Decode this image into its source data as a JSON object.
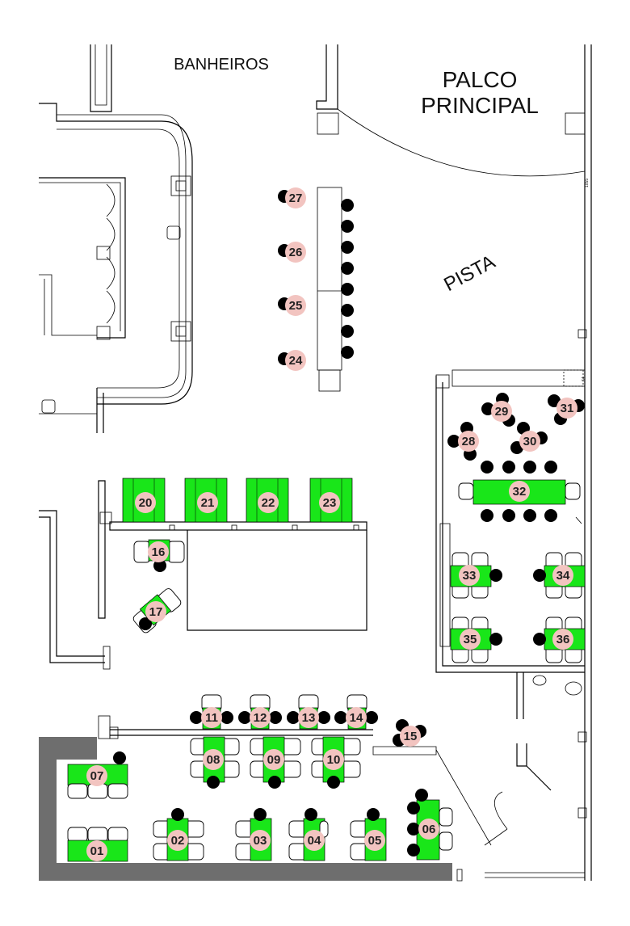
{
  "labels": {
    "banheiros": "BANHEIROS",
    "palco_line1": "PALCO",
    "palco_line2": "PRINCIPAL",
    "pista": "PISTA",
    "small_1": "1055",
    "small_2": "64"
  },
  "colors": {
    "table_green": "#19e619",
    "marker_pink": "#f2c4c0",
    "wall_dark": "#6e6e6e",
    "stool_black": "#000000"
  },
  "tables": [
    {
      "id": "01",
      "label": "01"
    },
    {
      "id": "02",
      "label": "02"
    },
    {
      "id": "03",
      "label": "03"
    },
    {
      "id": "04",
      "label": "04"
    },
    {
      "id": "05",
      "label": "05"
    },
    {
      "id": "06",
      "label": "06"
    },
    {
      "id": "07",
      "label": "07"
    },
    {
      "id": "08",
      "label": "08"
    },
    {
      "id": "09",
      "label": "09"
    },
    {
      "id": "10",
      "label": "10"
    },
    {
      "id": "11",
      "label": "11"
    },
    {
      "id": "12",
      "label": "12"
    },
    {
      "id": "13",
      "label": "13"
    },
    {
      "id": "14",
      "label": "14"
    },
    {
      "id": "15",
      "label": "15"
    },
    {
      "id": "16",
      "label": "16"
    },
    {
      "id": "17",
      "label": "17"
    },
    {
      "id": "20",
      "label": "20"
    },
    {
      "id": "21",
      "label": "21"
    },
    {
      "id": "22",
      "label": "22"
    },
    {
      "id": "23",
      "label": "23"
    },
    {
      "id": "24",
      "label": "24"
    },
    {
      "id": "25",
      "label": "25"
    },
    {
      "id": "26",
      "label": "26"
    },
    {
      "id": "27",
      "label": "27"
    },
    {
      "id": "28",
      "label": "28"
    },
    {
      "id": "29",
      "label": "29"
    },
    {
      "id": "30",
      "label": "30"
    },
    {
      "id": "31",
      "label": "31"
    },
    {
      "id": "32",
      "label": "32"
    },
    {
      "id": "33",
      "label": "33"
    },
    {
      "id": "34",
      "label": "34"
    },
    {
      "id": "35",
      "label": "35"
    },
    {
      "id": "36",
      "label": "36"
    }
  ]
}
